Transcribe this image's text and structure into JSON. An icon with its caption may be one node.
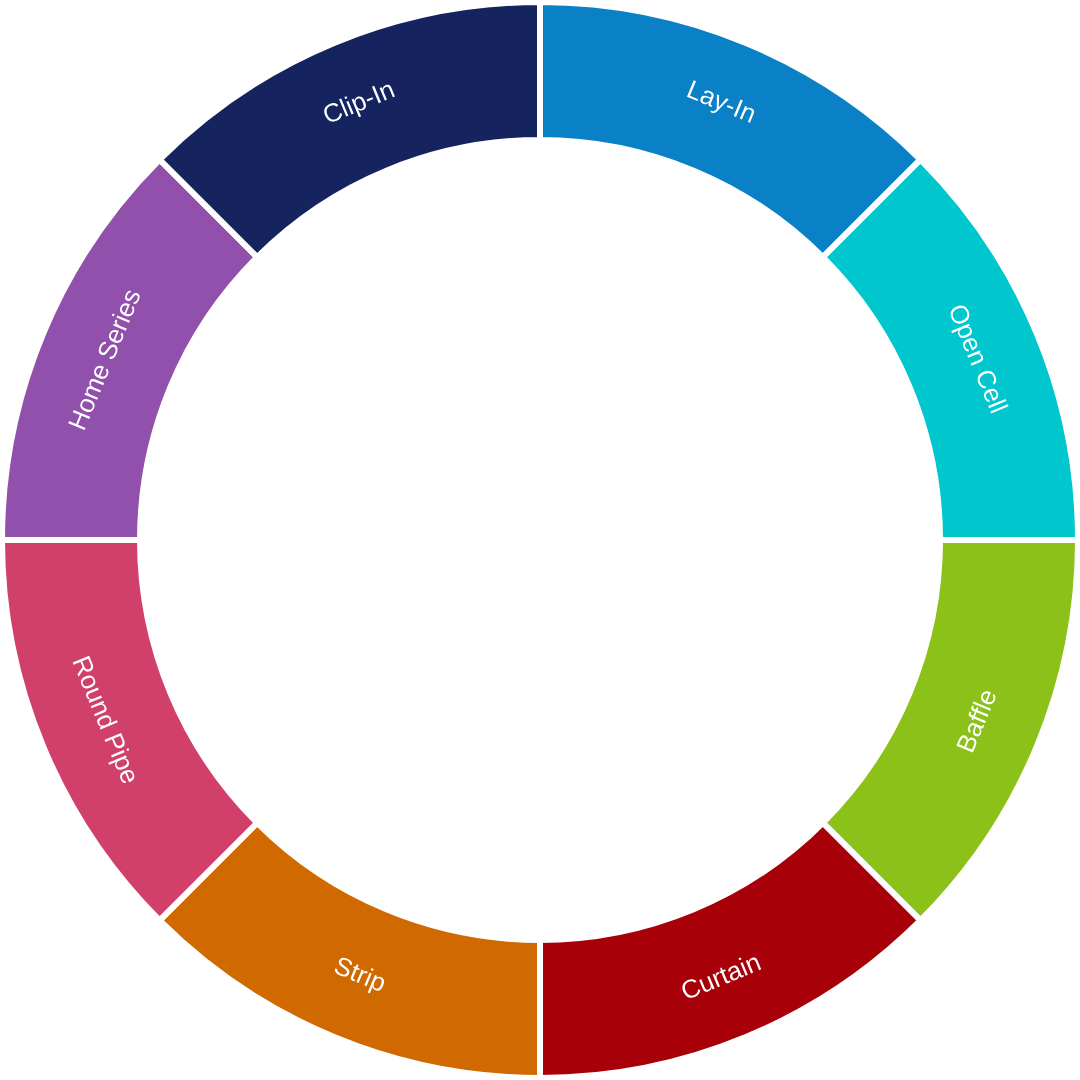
{
  "diagram": {
    "nodes": [
      {
        "text": [
          "Lay-In"
        ]
      },
      {
        "text": [
          "Open Cell"
        ]
      },
      {
        "text": [
          "Baffle"
        ]
      },
      {
        "text": [
          "Curtain"
        ]
      },
      {
        "text": [
          "Strip"
        ]
      },
      {
        "text": [
          "Round Pipe"
        ]
      },
      {
        "text": [
          "Home Series"
        ]
      },
      {
        "text": [
          "Clip-In"
        ]
      }
    ]
  }
}
